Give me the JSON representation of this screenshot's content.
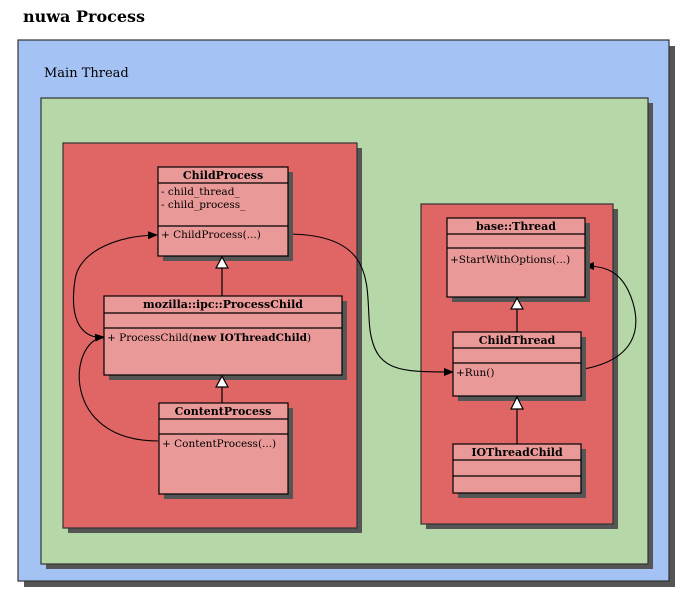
{
  "title": "nuwa Process",
  "groups": {
    "main": "Main Thread"
  },
  "classes": {
    "child_process": {
      "name": "ChildProcess",
      "attributes": [
        "- child_thread_",
        "- child_process_"
      ],
      "methods": [
        "+ ChildProcess(...)"
      ]
    },
    "process_child": {
      "name": "mozilla::ipc::ProcessChild",
      "method_prefix": "+ ProcessChild(",
      "method_bold": "new IOThreadChild",
      "method_suffix": ")"
    },
    "content_process": {
      "name": "ContentProcess",
      "methods": [
        "+ ContentProcess(...)"
      ]
    },
    "base_thread": {
      "name": "base::Thread",
      "methods": [
        "+StartWithOptions(...)"
      ]
    },
    "child_thread": {
      "name": "ChildThread",
      "methods": [
        "+Run()"
      ]
    },
    "io_thread_child": {
      "name": "IOThreadChild"
    }
  },
  "colors": {
    "outer": "#a4c2f4",
    "middle": "#b6d7a8",
    "inner": "#e06666",
    "class_fill": "#ea9999",
    "shadow": "#555555"
  }
}
